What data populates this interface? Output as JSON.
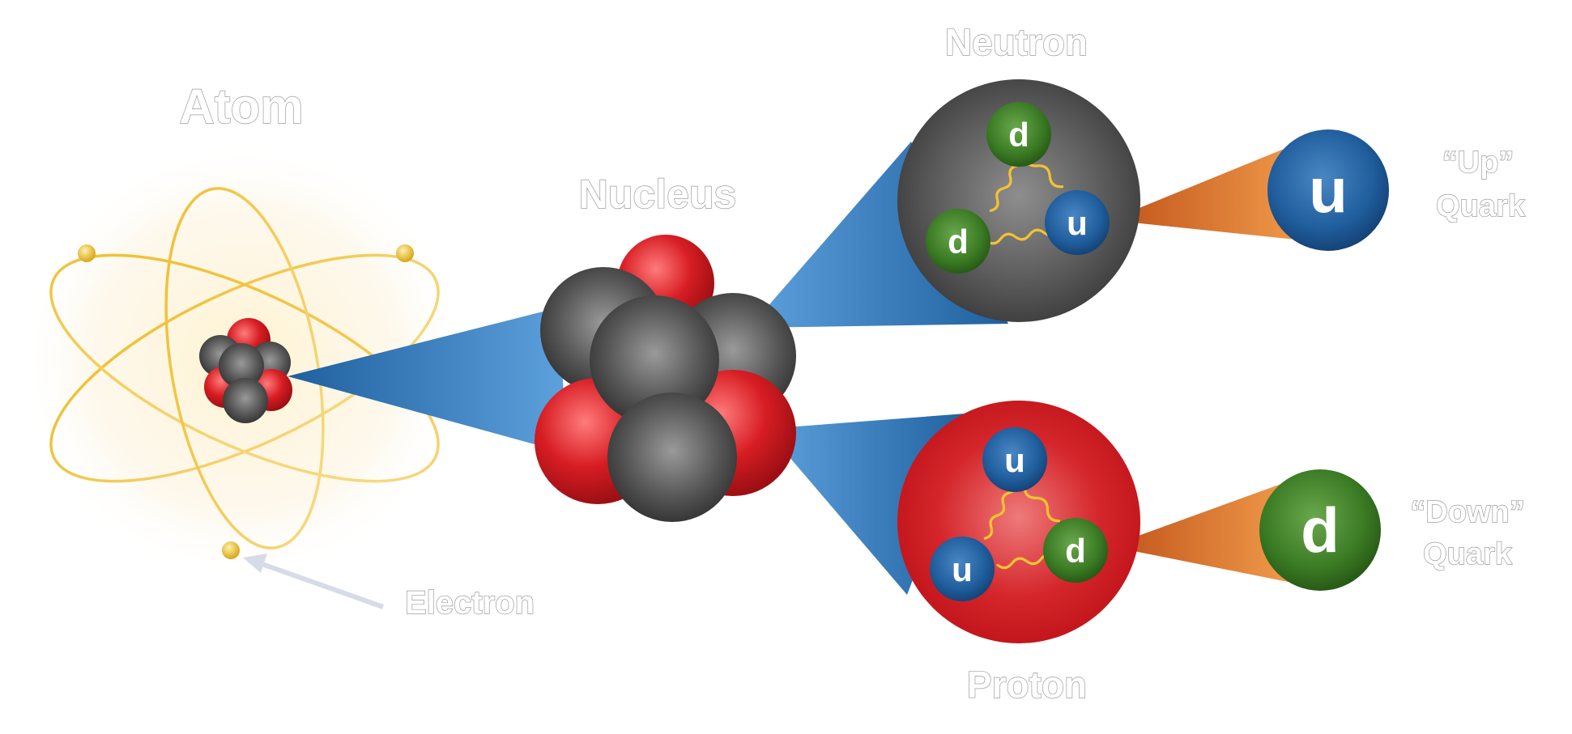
{
  "labels": {
    "atom": "Atom",
    "nucleus": "Nucleus",
    "neutron": "Neutron",
    "proton": "Proton",
    "electron": "Electron",
    "up_quark_line1": "“Up”",
    "up_quark_line2": "Quark",
    "down_quark_line1": "“Down”",
    "down_quark_line2": "Quark"
  },
  "quark_letters": {
    "up": "u",
    "down": "d"
  },
  "colors": {
    "proton_red": "#c4161c",
    "neutron_gray": "#4d4d4d",
    "up_quark_blue": "#1f5d9c",
    "down_quark_green": "#3a7a23",
    "orbit_gold": "#f0c030",
    "zoom_cone_blue": "#2f78c4",
    "quark_cone_orange": "#e8772a",
    "gluon_yellow": "#f2c232"
  }
}
